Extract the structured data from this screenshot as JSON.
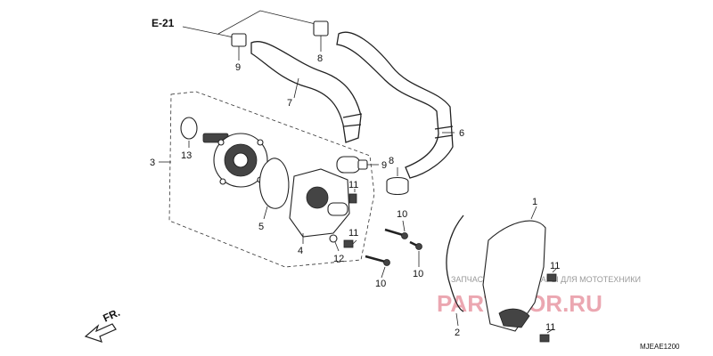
{
  "reference": "E-21",
  "diagram_code": "MJEAE1200",
  "front_label": "FR.",
  "watermark": {
    "caption": "ЗАПЧАСТИ И АКСЕССУАРЫ ДЛЯ МОТОТЕХНИКИ",
    "logo": "PARTSFOR.RU"
  },
  "callouts": {
    "c1": "1",
    "c2": "2",
    "c3": "3",
    "c4": "4",
    "c5": "5",
    "c6": "6",
    "c7": "7",
    "c8a": "8",
    "c8b": "8",
    "c9a": "9",
    "c9b": "9",
    "c10a": "10",
    "c10b": "10",
    "c10c": "10",
    "c11a": "11",
    "c11b": "11",
    "c11c": "11",
    "c11d": "11",
    "c12": "12",
    "c13": "13"
  }
}
